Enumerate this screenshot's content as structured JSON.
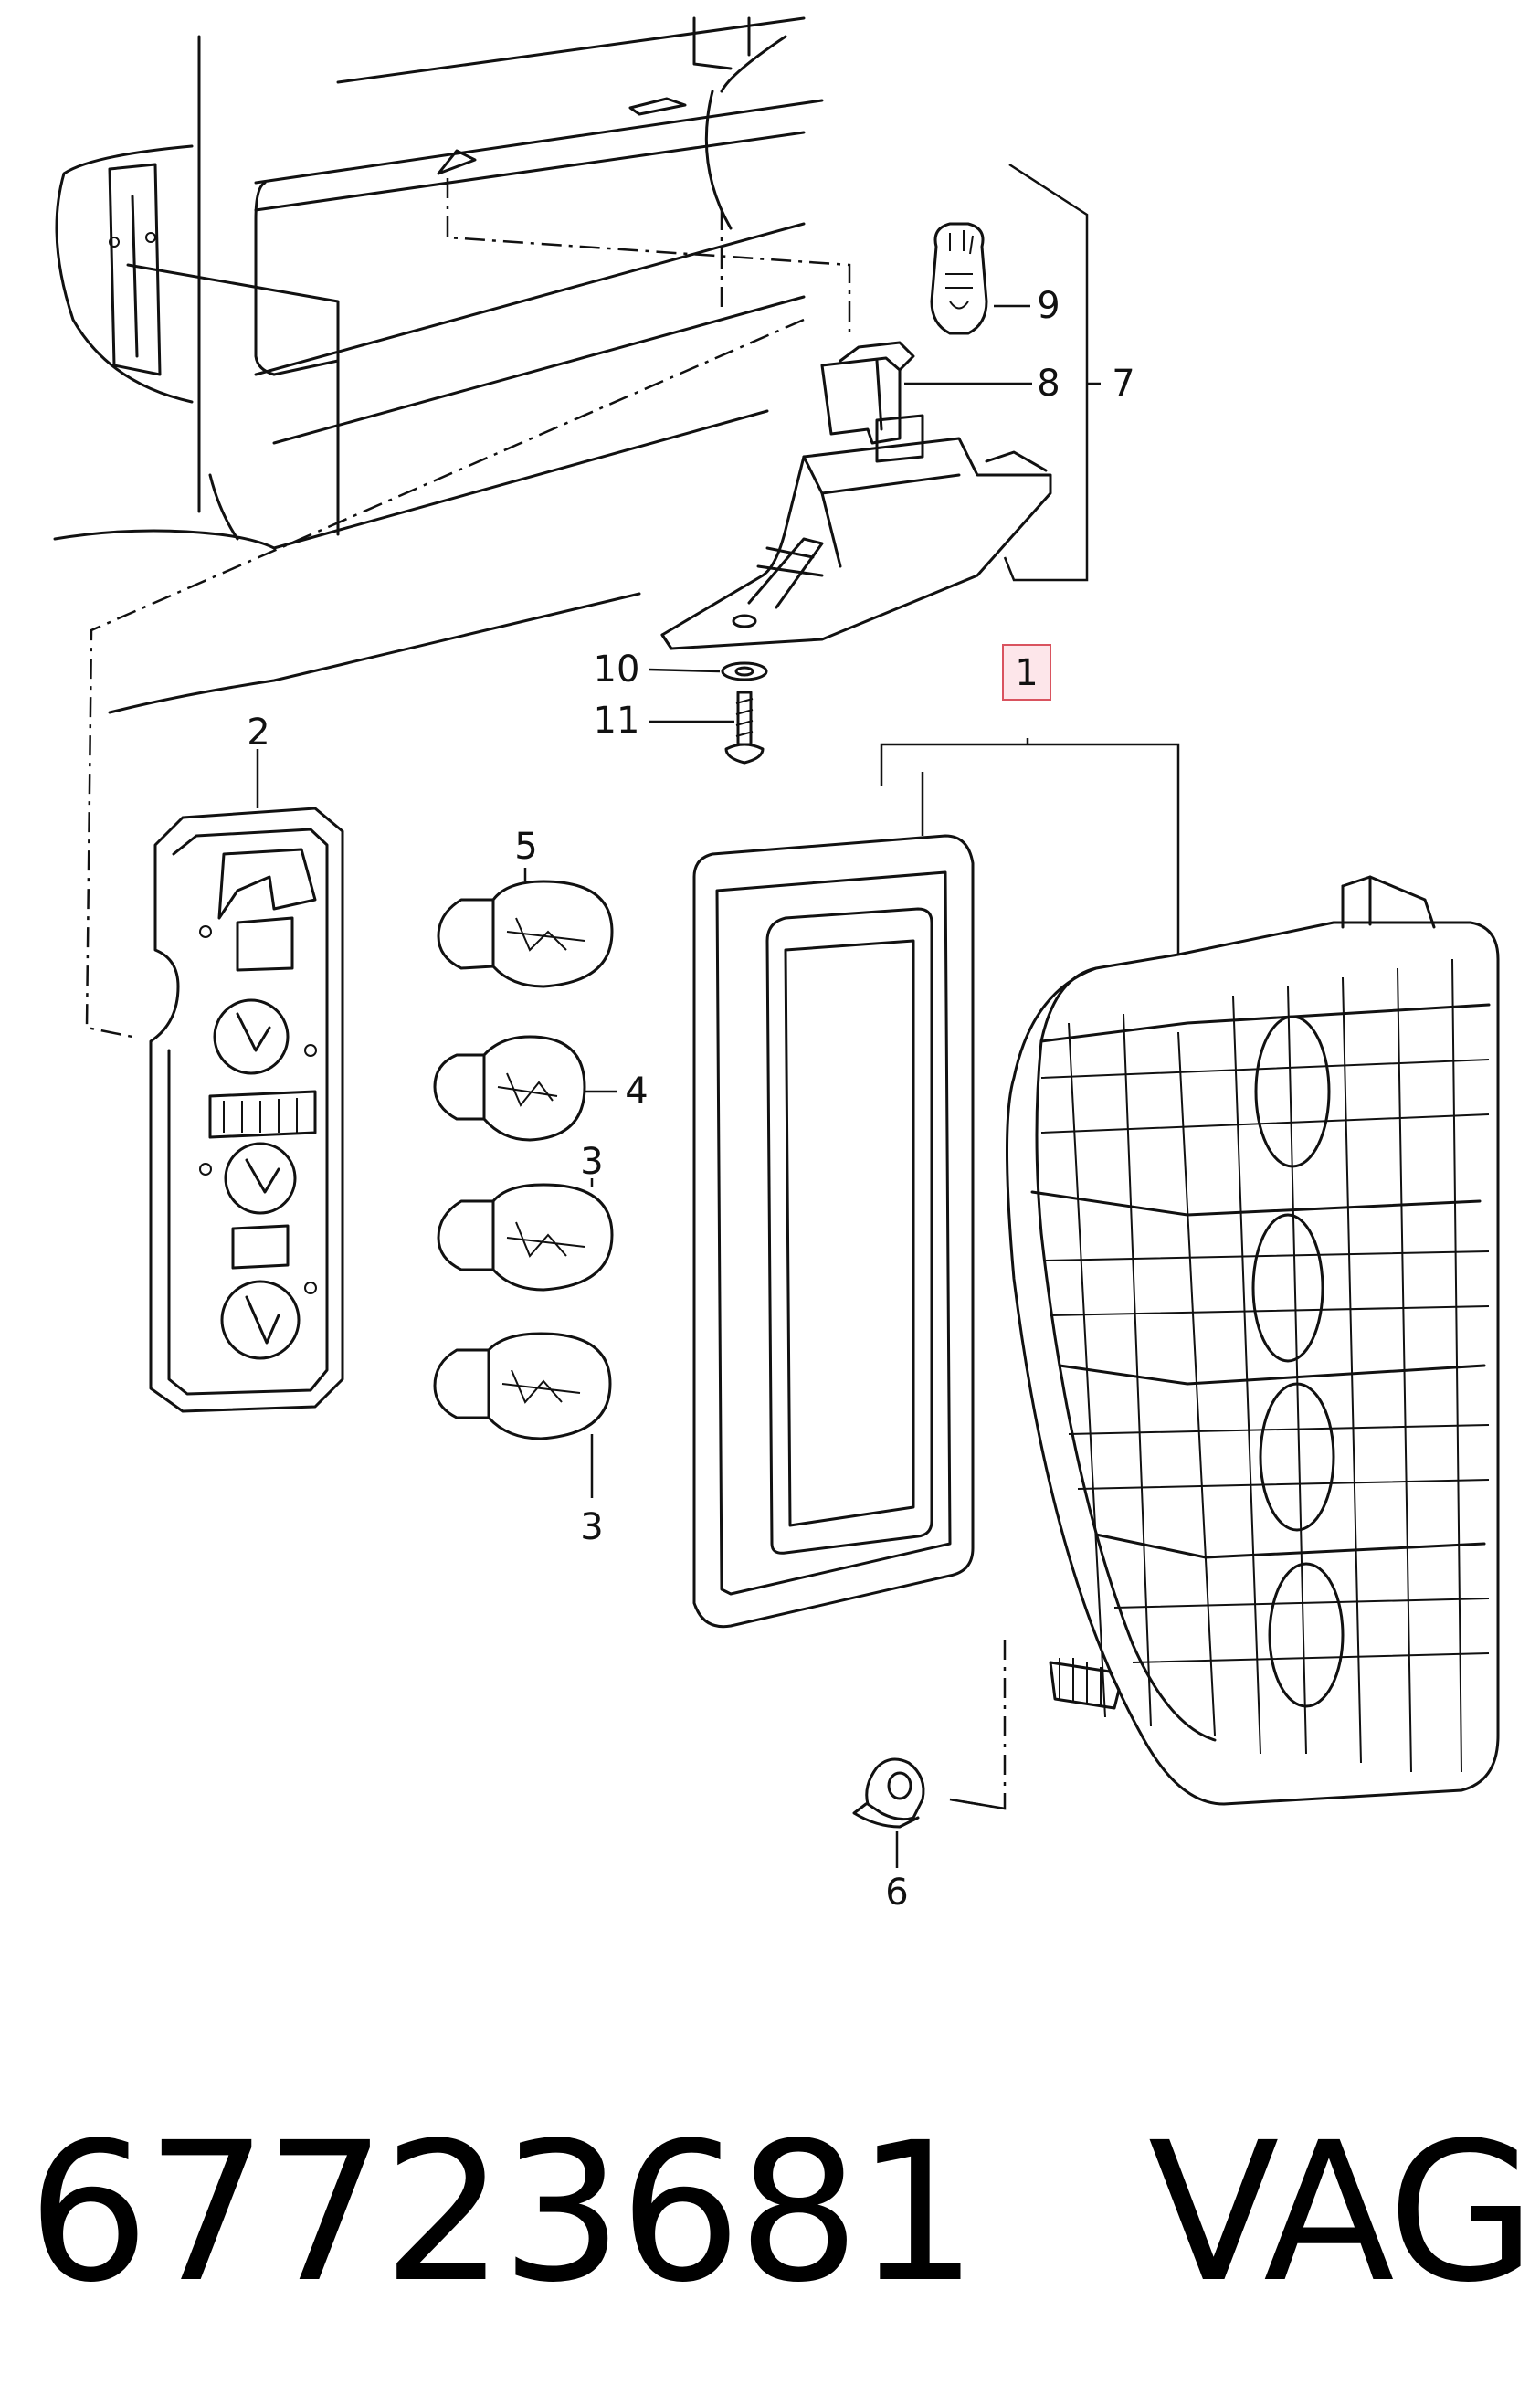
{
  "callouts": {
    "c1": "1",
    "c2": "2",
    "c3a": "3",
    "c3b": "3",
    "c4": "4",
    "c5": "5",
    "c6": "6",
    "c7": "7",
    "c8": "8",
    "c9": "9",
    "c10": "10",
    "c11": "11"
  },
  "footer": {
    "part_number": "67723681",
    "brand": "VAG"
  },
  "colors": {
    "ink": "#111111",
    "highlight_fill": "#fde6ea",
    "highlight_stroke": "#d9535f"
  }
}
